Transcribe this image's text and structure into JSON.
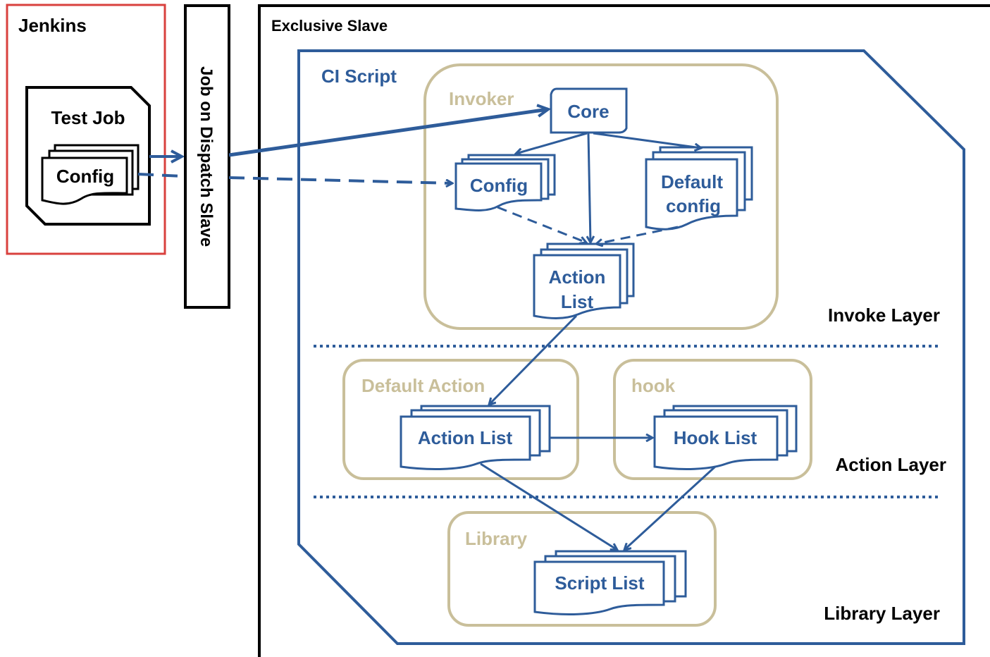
{
  "jenkins": {
    "title": "Jenkins",
    "test_job": "Test Job",
    "config": "Config"
  },
  "dispatch": {
    "label": "Job on Dispatch Slave"
  },
  "exclusive_slave": {
    "title": "Exclusive Slave",
    "ci_script": "CI Script"
  },
  "invoker": {
    "title": "Invoker",
    "core": "Core",
    "config": "Config",
    "default_config_line1": "Default",
    "default_config_line2": "config",
    "action_list_line1": "Action",
    "action_list_line2": "List"
  },
  "default_action": {
    "title": "Default Action",
    "action_list": "Action List"
  },
  "hook": {
    "title": "hook",
    "hook_list": "Hook List"
  },
  "library": {
    "title": "Library",
    "script_list": "Script List"
  },
  "layers": {
    "invoke": "Invoke Layer",
    "action": "Action Layer",
    "library": "Library Layer"
  },
  "colors": {
    "jenkins_border": "#d9413e",
    "blue": "#2e5c9a",
    "tan": "#c9bf9a",
    "black": "#000000"
  }
}
